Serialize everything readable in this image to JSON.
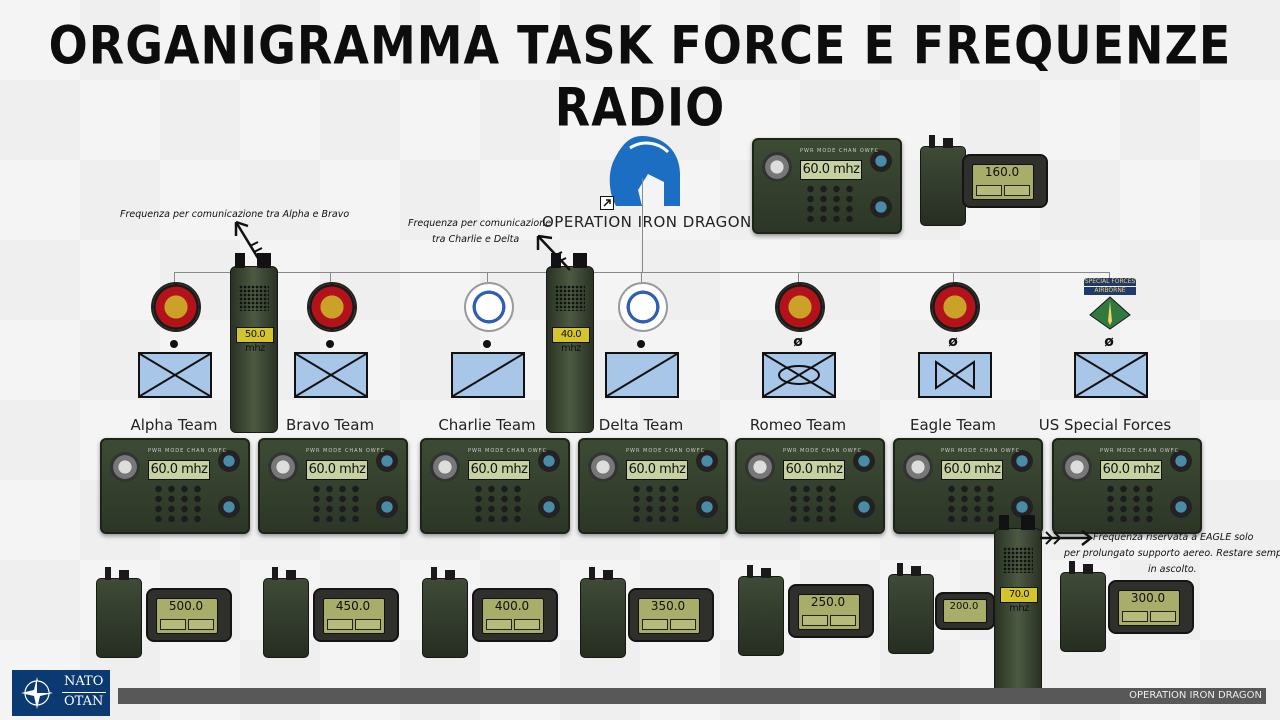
{
  "header": {
    "title": "ORGANIGRAMMA TASK FORCE E FREQUENZE RADIO"
  },
  "operation": {
    "name": "OPERATION IRON DRAGON",
    "hq_frequency": "60.0 mhz",
    "hq_handheld_frequency": "160.0"
  },
  "notes": {
    "alpha_bravo": "Frequenza per comunicazione tra Alpha e Bravo",
    "charlie_delta_line1": "Frequenza per comunicazione",
    "charlie_delta_line2": "tra Charlie e Delta",
    "eagle_line1": "Frequenza riservata a EAGLE solo",
    "eagle_line2": "per prolungato supporto aereo. Restare sempre",
    "eagle_line3": "in ascolto."
  },
  "shared_frequencies": {
    "alpha_bravo": "50.0 mhz",
    "charlie_delta": "40.0 mhz",
    "eagle_air": "70.0 mhz"
  },
  "teams": [
    {
      "name": "Alpha Team",
      "emblem": "usmc-emblem",
      "size_symbol": "●",
      "unit_symbol": "infantry-cross",
      "manpack": "60.0 mhz",
      "handheld": "500.0"
    },
    {
      "name": "Bravo Team",
      "emblem": "usmc-emblem",
      "size_symbol": "●",
      "unit_symbol": "infantry-cross",
      "manpack": "60.0 mhz",
      "handheld": "450.0"
    },
    {
      "name": "Charlie Team",
      "emblem": "navy-seal-emblem",
      "size_symbol": "●",
      "unit_symbol": "armor-diagonal",
      "manpack": "60.0 mhz",
      "handheld": "400.0"
    },
    {
      "name": "Delta Team",
      "emblem": "navy-seal-emblem",
      "size_symbol": "●",
      "unit_symbol": "armor-diagonal",
      "manpack": "60.0 mhz",
      "handheld": "350.0"
    },
    {
      "name": "Romeo Team",
      "emblem": "usmc-emblem",
      "size_symbol": "ø",
      "unit_symbol": "mechanized-infantry",
      "manpack": "60.0 mhz",
      "handheld": "250.0"
    },
    {
      "name": "Eagle Team",
      "emblem": "usmc-emblem",
      "size_symbol": "ø",
      "unit_symbol": "aviation-bowtie",
      "manpack": "60.0 mhz",
      "handheld": "200.0"
    },
    {
      "name": "US Special Forces",
      "emblem": "special-forces-airborne-emblem",
      "size_symbol": "ø",
      "unit_symbol": "infantry-cross",
      "manpack": "60.0 mhz",
      "handheld": "300.0"
    }
  ],
  "sf_tab": {
    "line1": "SPECIAL FORCES",
    "line2": "AIRBORNE"
  },
  "footer": {
    "label": "OPERATION IRON DRAGON",
    "logo_line1": "NATO",
    "logo_line2": "OTAN"
  },
  "colors": {
    "unit_fill": "#a8c6e8",
    "radio_green": "#3d4b34",
    "display_lcd": "#c7d2a3",
    "prc_display": "#d5c52c"
  }
}
